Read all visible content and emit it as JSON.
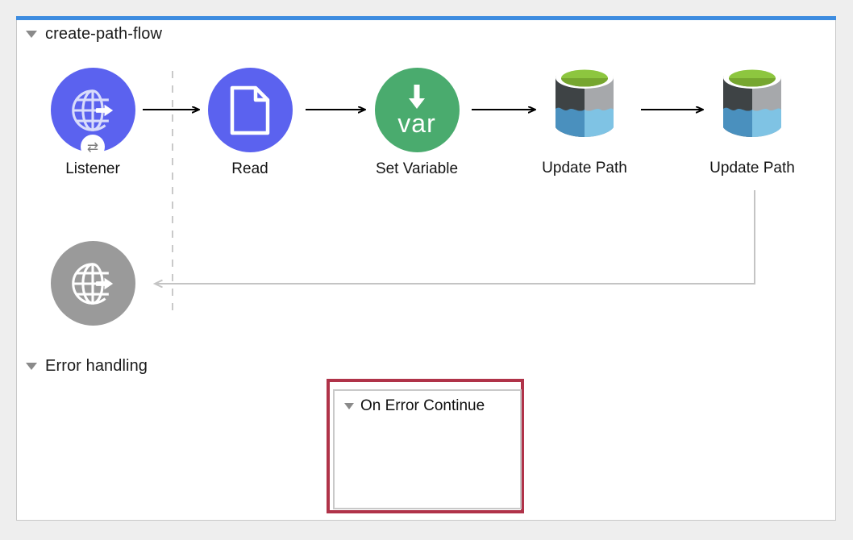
{
  "canvas": {
    "accent_color": "#3d8ce0",
    "background": "#ffffff"
  },
  "flow": {
    "title": "create-path-flow",
    "disclosure_icon": "triangle-down-icon",
    "nodes": [
      {
        "label": "Listener",
        "icon": "globe-arrow-icon",
        "color": "#5b62ef",
        "shape": "circle",
        "badge": "⇄",
        "state": "active"
      },
      {
        "label": "Read",
        "icon": "file-document-icon",
        "color": "#5b62ef",
        "shape": "circle",
        "state": "active"
      },
      {
        "label": "Set Variable",
        "icon": "var-arrow-down-icon",
        "color": "#4aab6e",
        "shape": "circle",
        "text": "var",
        "state": "active"
      },
      {
        "label": "Update Path",
        "icon": "database-cylinder-icon",
        "color": "#8dc63f",
        "shape": "cylinder",
        "state": "active"
      },
      {
        "label": "Update Path",
        "icon": "database-cylinder-icon",
        "color": "#8dc63f",
        "shape": "cylinder",
        "state": "active"
      }
    ],
    "response_node": {
      "label": "",
      "icon": "globe-arrow-icon",
      "color": "#9a9a9a",
      "shape": "circle",
      "state": "disabled"
    }
  },
  "error_handling": {
    "title": "Error handling",
    "disclosure_icon": "triangle-down-icon",
    "scope": {
      "title": "On Error Continue",
      "disclosure_icon": "triangle-down-icon",
      "border_color": "#b03349"
    }
  },
  "icon_colors": {
    "db_top_green": "#8dc63f",
    "db_top_green_dark": "#76a62f",
    "db_dark_gray": "#3e4345",
    "db_light_gray": "#a6a8ab",
    "db_dark_blue": "#4a90be",
    "db_light_blue": "#7fc3e4"
  }
}
